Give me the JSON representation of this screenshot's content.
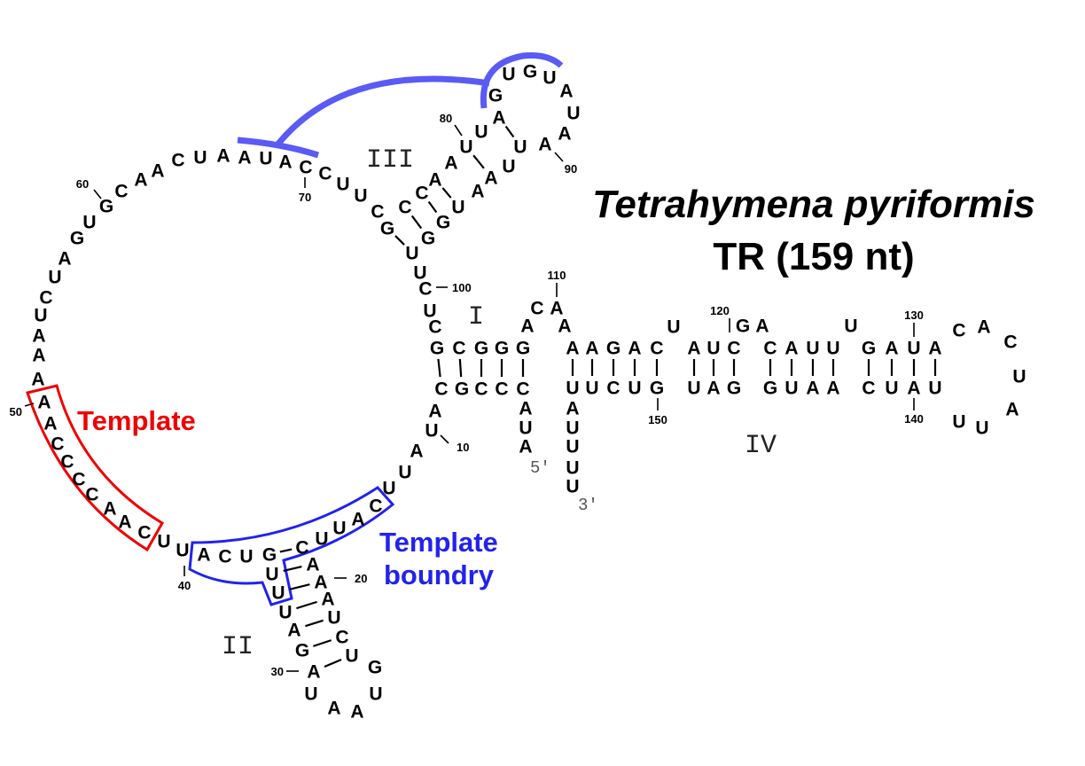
{
  "title": {
    "species": "Tetrahymena pyriformis",
    "subtitle": "TR (159 nt)"
  },
  "labels": {
    "template": "Template",
    "boundary_line1": "Template",
    "boundary_line2": "boundry",
    "five_prime": "5'",
    "three_prime": "3'"
  },
  "domains": {
    "I": "I",
    "II": "II",
    "III": "III",
    "IV": "IV"
  },
  "position_labels": [
    "10",
    "20",
    "30",
    "40",
    "50",
    "60",
    "70",
    "80",
    "90",
    "100",
    "110",
    "120",
    "130",
    "140",
    "150"
  ],
  "sequence": "AUACCCGCAUAUUCAUUCAAAUCUGUAAUAGAUUUGUCAUUCAACCCCAAAAAUCUAGUGCAACUAAUACCUUCGCCAAUUAGUGUAUAAUUAAUGGUUCUCGCGGGACAAAAGACUAUCGACAUUUGAUACACUAUUUAUCAAUGGAUGUCUUAUUUU",
  "pairs": [
    [
      103,
      8
    ],
    [
      104,
      7
    ],
    [
      105,
      6
    ],
    [
      106,
      5
    ],
    [
      107,
      4
    ],
    [
      112,
      154
    ],
    [
      113,
      153
    ],
    [
      114,
      152
    ],
    [
      115,
      151
    ],
    [
      116,
      150
    ],
    [
      118,
      149
    ],
    [
      119,
      148
    ],
    [
      120,
      147
    ],
    [
      123,
      146
    ],
    [
      124,
      145
    ],
    [
      125,
      144
    ],
    [
      126,
      143
    ],
    [
      128,
      142
    ],
    [
      129,
      141
    ],
    [
      130,
      140
    ],
    [
      131,
      139
    ],
    [
      18,
      36
    ],
    [
      19,
      35
    ],
    [
      20,
      34
    ],
    [
      21,
      33
    ],
    [
      22,
      32
    ],
    [
      23,
      31
    ],
    [
      24,
      30
    ],
    [
      75,
      98
    ],
    [
      76,
      97
    ],
    [
      77,
      96
    ],
    [
      78,
      95
    ],
    [
      80,
      93
    ],
    [
      82,
      91
    ]
  ],
  "colors": {
    "template": "#ee0000",
    "boundary": "#2222ee",
    "pseudoknot": "#5a5af5"
  }
}
